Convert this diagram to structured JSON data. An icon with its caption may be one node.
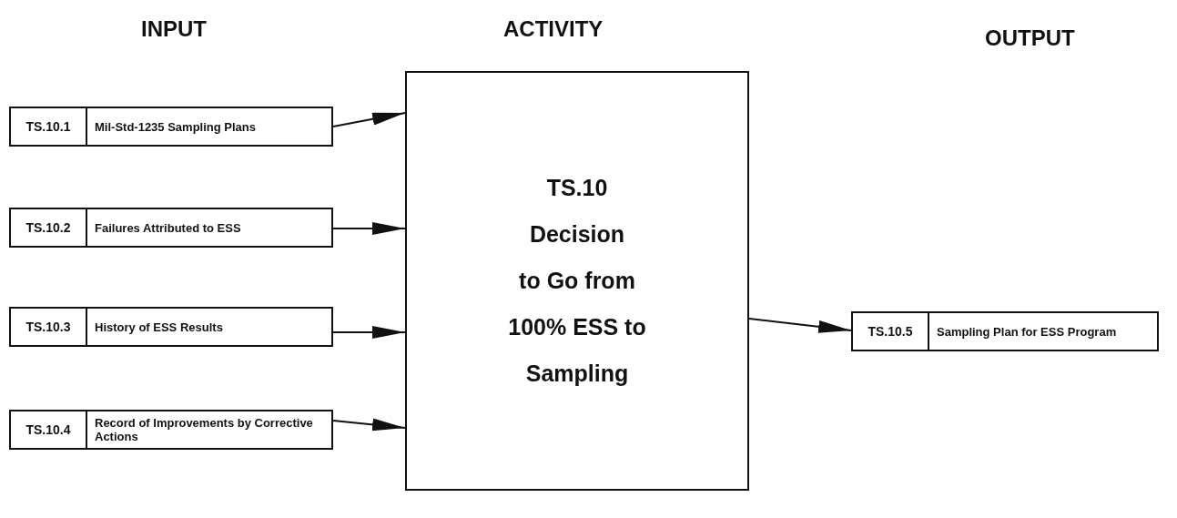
{
  "diagram": {
    "nodes": [
      {
        "text": [
          "TS.10.1",
          "Mil-Std-1235 Sampling Plans"
        ]
      },
      {
        "text": [
          "TS.10.2",
          "Failures Attributed to ESS"
        ]
      },
      {
        "text": [
          "TS.10.3",
          "History of ESS Results"
        ]
      },
      {
        "text": [
          "TS.10.4",
          "Record of Improvements by Corrective Actions"
        ]
      },
      {
        "text": [
          "TS.10",
          "Decision",
          "to Go from",
          "100% ESS to",
          "Sampling"
        ]
      },
      {
        "text": [
          "TS.10.5",
          "Sampling Plan for ESS Program"
        ]
      }
    ],
    "edges": [
      {
        "from": 0,
        "to": 4,
        "arrow": "to"
      },
      {
        "from": 1,
        "to": 4,
        "arrow": "to"
      },
      {
        "from": 2,
        "to": 4,
        "arrow": "to"
      },
      {
        "from": 3,
        "to": 4,
        "arrow": "to"
      },
      {
        "from": 4,
        "to": 5,
        "arrow": "to"
      }
    ],
    "labels": [
      "INPUT",
      "ACTIVITY",
      "OUTPUT"
    ]
  }
}
